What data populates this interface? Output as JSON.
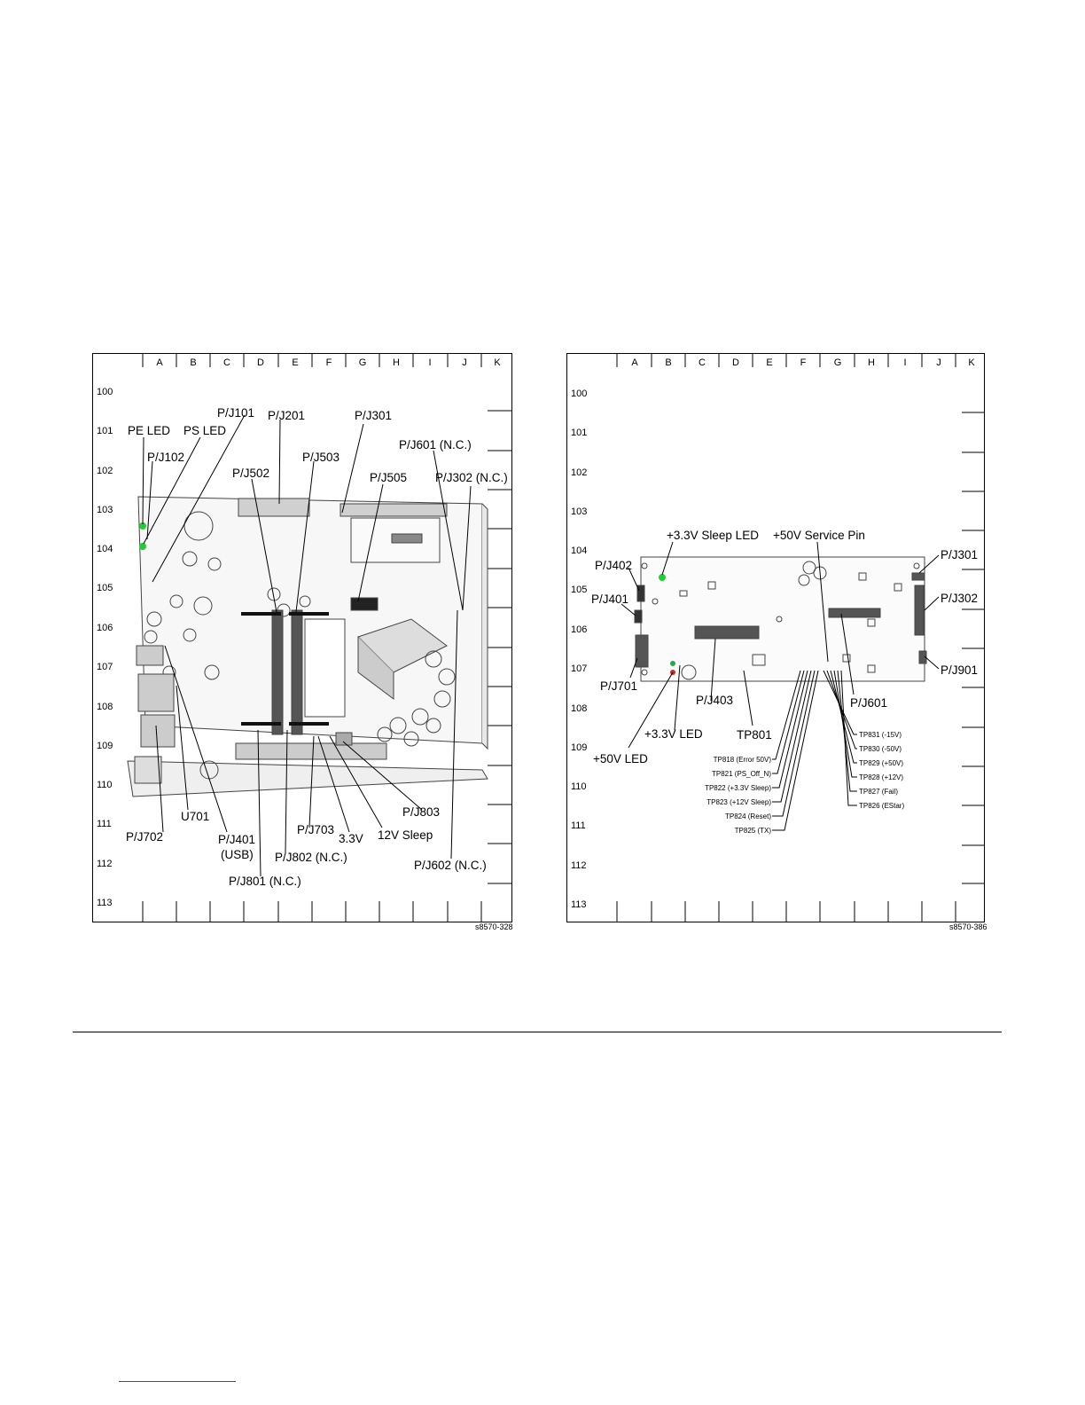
{
  "grid": {
    "columns": [
      "A",
      "B",
      "C",
      "D",
      "E",
      "F",
      "G",
      "H",
      "I",
      "J",
      "K"
    ],
    "rows": [
      "100",
      "101",
      "102",
      "103",
      "104",
      "105",
      "106",
      "107",
      "108",
      "109",
      "110",
      "111",
      "112",
      "113"
    ]
  },
  "left_diagram": {
    "figure_id": "s8570-328",
    "labels": {
      "pe_led": "PE LED",
      "ps_led": "PS LED",
      "pj101": "P/J101",
      "pj102": "P/J102",
      "pj201": "P/J201",
      "pj301": "P/J301",
      "pj502": "P/J502",
      "pj503": "P/J503",
      "pj505": "P/J505",
      "pj601": "P/J601 (N.C.)",
      "pj302": "P/J302 (N.C.)",
      "pj702": "P/J702",
      "u701": "U701",
      "pj401": "P/J401",
      "usb": "(USB)",
      "pj801": "P/J801 (N.C.)",
      "pj802": "P/J802 (N.C.)",
      "pj703": "P/J703",
      "v33": "3.3V",
      "sleep12": "12V Sleep",
      "pj803": "P/J803",
      "pj602": "P/J602 (N.C.)"
    },
    "led_color": "#22cc33"
  },
  "right_diagram": {
    "figure_id": "s8570-386",
    "labels": {
      "sleep_led": "+3.3V Sleep LED",
      "service_pin": "+50V Service Pin",
      "pj402": "P/J402",
      "pj401": "P/J401",
      "pj701": "P/J701",
      "led50": "+50V LED",
      "led33": "+3.3V LED",
      "pj403": "P/J403",
      "tp801": "TP801",
      "pj601": "P/J601",
      "pj301": "P/J301",
      "pj302": "P/J302",
      "pj901": "P/J901"
    },
    "test_points_left": [
      "TP818 (Error 50V)",
      "TP821 (PS_Off_N)",
      "TP822 (+3.3V Sleep)",
      "TP823 (+12V Sleep)",
      "TP824 (Reset)",
      "TP825 (TX)"
    ],
    "test_points_right": [
      "TP831 (-15V)",
      "TP830 (-50V)",
      "TP829 (+50V)",
      "TP828 (+12V)",
      "TP827 (Fail)",
      "TP826 (EStar)"
    ],
    "led_colors": {
      "sleep": "#22cc33",
      "led33": "#22aa44",
      "led50": "#dd2222"
    }
  }
}
